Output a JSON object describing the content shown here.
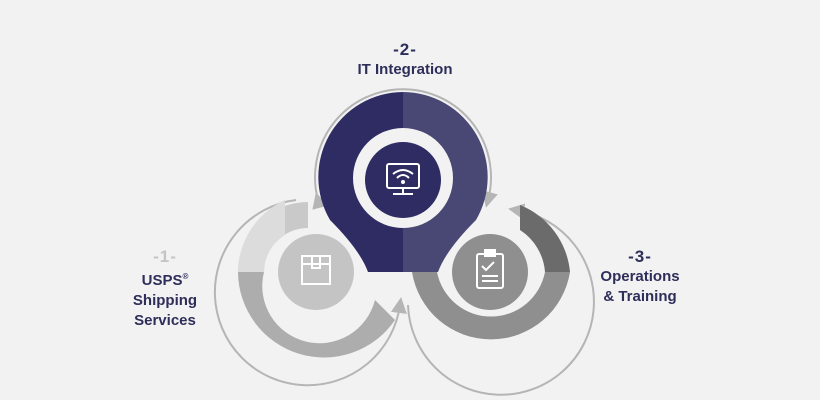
{
  "colors": {
    "background": "#f2f2f2",
    "navy_dark": "#2e2c63",
    "navy_light": "#494874",
    "gray_light": "#c9c9c9",
    "gray_mid": "#adadad",
    "gray_dark": "#6b6b6b",
    "circle_1": "#c4c4c4",
    "circle_2": "#2e2c63",
    "circle_3": "#8f8f8f",
    "arc_stroke": "#b5b5b5",
    "number_gray": "#c4c4c4",
    "label_navy": "#2e2e5a"
  },
  "steps": [
    {
      "number": "-1-",
      "title_line1": "USPS",
      "title_mark": "®",
      "title_line2": "Shipping",
      "title_line3": "Services",
      "icon": "package-box-icon"
    },
    {
      "number": "-2-",
      "title_line1": "IT Integration",
      "icon": "monitor-wifi-icon"
    },
    {
      "number": "-3-",
      "title_line1": "Operations",
      "title_line2": "& Training",
      "icon": "clipboard-checklist-icon"
    }
  ]
}
